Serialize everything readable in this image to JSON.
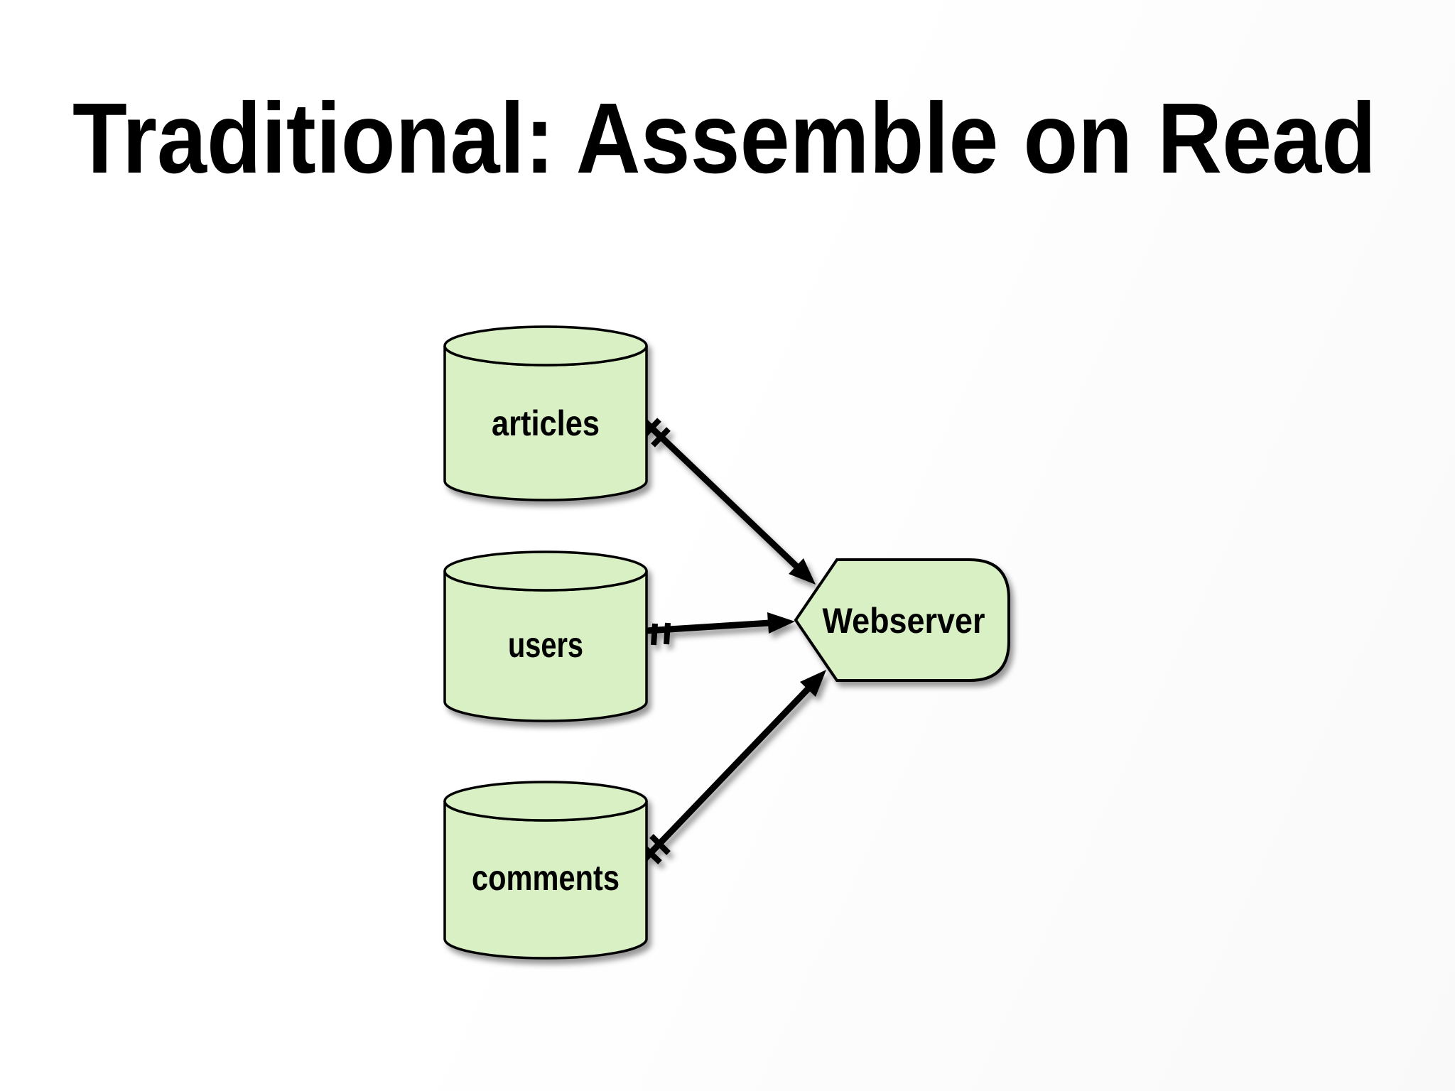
{
  "title": "Traditional: Assemble on Read",
  "colors": {
    "background": "#ffffff",
    "node_fill": "#d9efc4",
    "node_stroke": "#000000",
    "arrow": "#000000",
    "text": "#000000"
  },
  "databases": [
    {
      "label": "articles"
    },
    {
      "label": "users"
    },
    {
      "label": "comments"
    }
  ],
  "server": {
    "label": "Webserver"
  },
  "connections": [
    {
      "from": "articles",
      "to": "Webserver",
      "source_marker": "double-tick",
      "end_marker": "solid-triangle-arrowhead"
    },
    {
      "from": "users",
      "to": "Webserver",
      "source_marker": "double-tick",
      "end_marker": "solid-triangle-arrowhead"
    },
    {
      "from": "comments",
      "to": "Webserver",
      "source_marker": "double-tick",
      "end_marker": "solid-triangle-arrowhead"
    }
  ]
}
